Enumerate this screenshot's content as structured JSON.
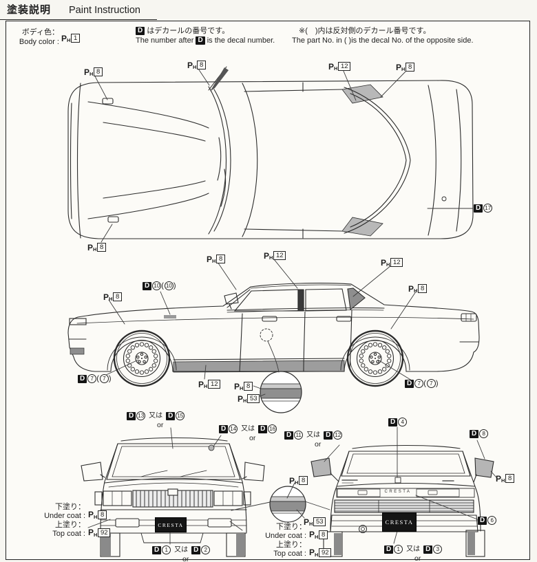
{
  "title": {
    "jp": "塗装説明",
    "en": "Paint Instruction"
  },
  "sym": {
    "p": "P",
    "h": "H",
    "d": "D",
    "or_jp": "又は",
    "or_en": "or",
    "lparen": "(",
    "rparen": ")"
  },
  "colors": {
    "paper": "#f7f6f1",
    "ink": "#222222",
    "shade_dark": "#8f8f8f",
    "shade_light": "#cbcbcb",
    "plate_bg": "#151515"
  },
  "header": {
    "body_color_jp": "ボディ色：",
    "body_color_en": "Body color :",
    "body_color_num": "1",
    "decal_jp": "はデカールの番号です。",
    "decal_en_pre": "The number after",
    "decal_en_post": "is the decal number.",
    "opposite_jp": "※(　)内は反対側のデカール番号です。",
    "opposite_en": "The part No. in (  )is the decal No. of the opposite side."
  },
  "coat": {
    "under_jp": "下塗り：",
    "under_en": "Under coat :",
    "under_num": "8",
    "top_jp": "上塗り：",
    "top_en": "Top coat :",
    "top_num": "92"
  },
  "plate_text": "CRESTA",
  "trunk_text": "CRESTA",
  "top_view": {
    "mirror_left": "8",
    "antenna": "8",
    "pillar": "12",
    "rear_glass": "8",
    "trunk_decal": "17",
    "mirror_right": "8"
  },
  "side_view": {
    "a_pillar": "8",
    "b_pillar": "12",
    "quarter_window": "12",
    "fender": "8",
    "rear_fender": "8",
    "badge": "10",
    "badge_opp": "10",
    "wheel_front": "7",
    "wheel_front_opp": "7",
    "wheel_rear": "7",
    "wheel_rear_opp": "7",
    "skirt": "12",
    "molding_upper": "8",
    "molding_lower": "53"
  },
  "front_view": {
    "molding_a": "13",
    "molding_a_alt": "15",
    "molding_b": "14",
    "molding_b_alt": "16",
    "plate_a": "1",
    "plate_a_alt": "2"
  },
  "center_detail": {
    "stripe_upper": "8",
    "stripe_lower": "53"
  },
  "rear_view": {
    "trunk_center": "4",
    "mirror_left": "11",
    "mirror_left_alt": "12",
    "mirror_right": "8",
    "mirror_paint": "8",
    "trunk_strip": "6",
    "plate_a": "1",
    "plate_a_alt": "3"
  }
}
